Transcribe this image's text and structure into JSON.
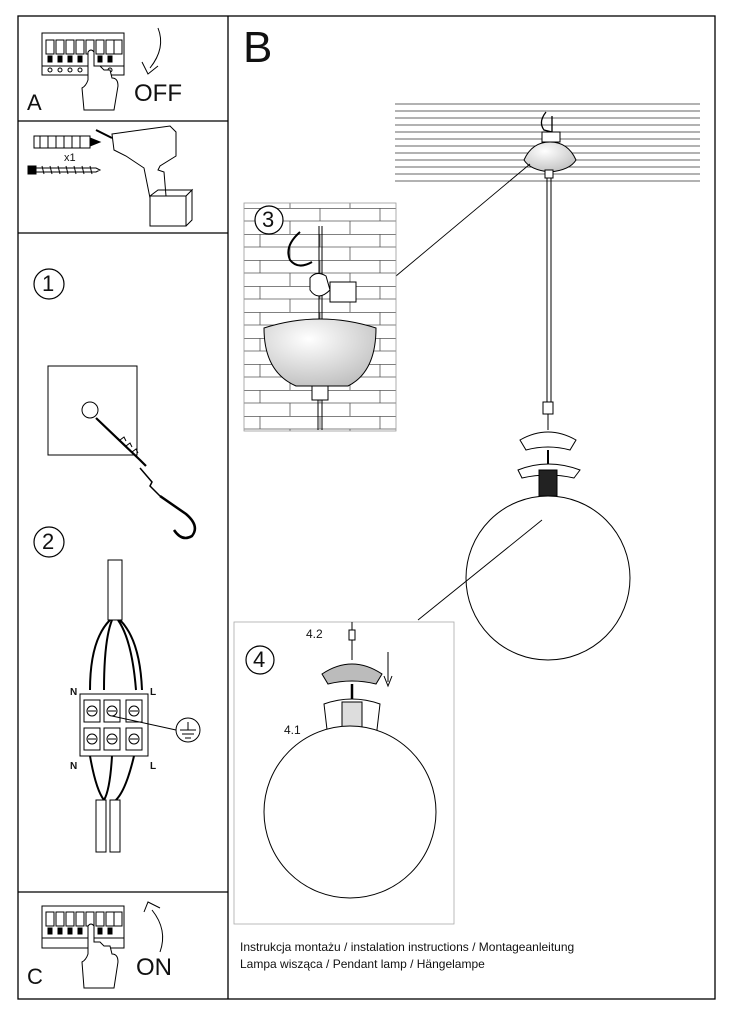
{
  "panels": {
    "a": {
      "letter": "A",
      "word": "OFF"
    },
    "b": {
      "letter": "B"
    },
    "c": {
      "letter": "C",
      "word": "ON"
    }
  },
  "steps": {
    "s1": "1",
    "s2": "2",
    "s3": "3",
    "s4": "4"
  },
  "tools": {
    "count": "x1"
  },
  "wiring": {
    "n_top": "N",
    "l_top": "L",
    "n_bottom": "N",
    "l_bottom": "L"
  },
  "parts": {
    "p41": "4.1",
    "p42": "4.2"
  },
  "caption": {
    "line1": "Instrukcja montażu / instalation instructions / Montageanleitung",
    "line2": "Lampa wisząca / Pendant lamp / Hängelampe"
  }
}
